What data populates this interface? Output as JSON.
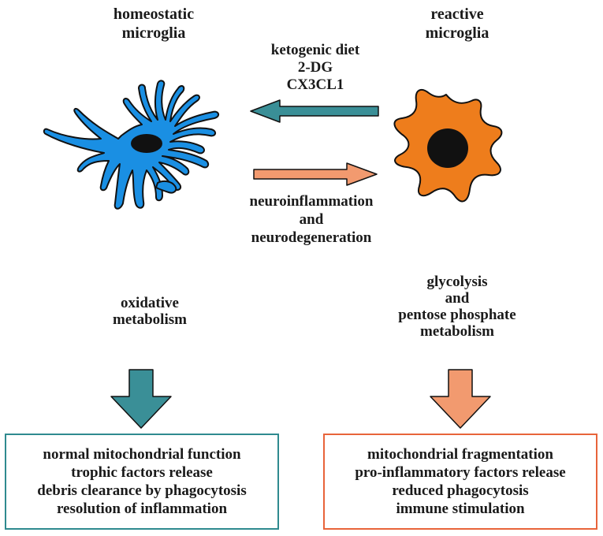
{
  "titles": {
    "homeostatic": [
      "homeostatic",
      "microglia"
    ],
    "reactive": [
      "reactive",
      "microglia"
    ]
  },
  "treatments": [
    "ketogenic diet",
    "2-DG",
    "CX3CL1"
  ],
  "disease": [
    "neuroinflammation",
    "and",
    "neurodegeneration"
  ],
  "metabolism": {
    "left": [
      "oxidative",
      "metabolism"
    ],
    "right": [
      "glycolysis",
      "and",
      "pentose phosphate",
      "metabolism"
    ]
  },
  "outcomes": {
    "left": [
      "normal mitochondrial function",
      "trophic factors release",
      "debris clearance by phagocytosis",
      "resolution of inflammation"
    ],
    "right": [
      "mitochondrial fragmentation",
      "pro-inflammatory factors release",
      "reduced phagocytosis",
      "immune stimulation"
    ]
  },
  "colors": {
    "homeostatic_cell": "#1a8fe3",
    "reactive_cell": "#ee7d1c",
    "nucleus": "#111111",
    "teal_arrow": "#3a8f97",
    "salmon_arrow": "#f29a6f",
    "left_box_border": "#2f8a8f",
    "right_box_border": "#e8643a"
  }
}
